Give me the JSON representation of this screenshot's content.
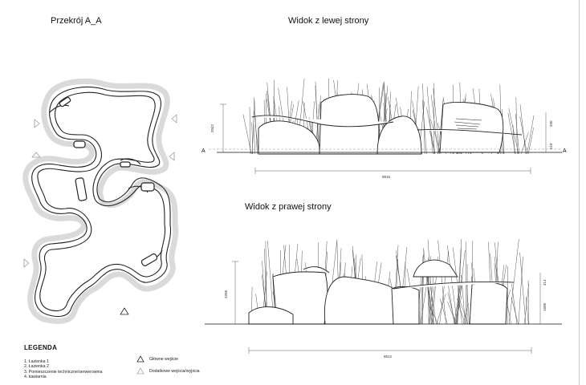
{
  "plan": {
    "title": "Przekrój A_A"
  },
  "left_view": {
    "title": "Widok z lewej strony",
    "dim_width": "8916",
    "dim_height": "2042",
    "dim_small_1": "330",
    "dim_small_2": "518",
    "section_label_left": "A",
    "section_label_right": "A"
  },
  "right_view": {
    "title": "Widok z prawej strony",
    "dim_width": "8912",
    "dim_height": "2208",
    "dim_small_1": "414",
    "dim_small_2": "1608"
  },
  "legend": {
    "heading": "LEGENDA",
    "items": [
      "1.    Łazienka  1",
      "2.    Łazienka  2",
      "3.    Pomieszczenie techniczne/serwerownia",
      "4.    kawiarnia"
    ],
    "main_entrance": "Główne wejście",
    "extra_entrance": "Dodatkowe wejścia/wyjścia"
  }
}
